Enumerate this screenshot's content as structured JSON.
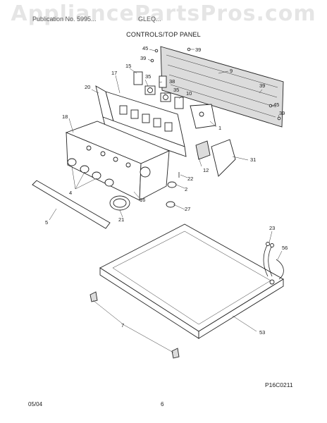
{
  "watermark": "AppliancePartsPros.com",
  "header": {
    "model_line": "Publication No. 5995...",
    "model_code": "GLEQ...",
    "title": "CONTROLS/TOP PANEL"
  },
  "footer": {
    "date": "05/04",
    "page_number": "6"
  },
  "figure_code": "P16C0211",
  "callouts": {
    "c45a": "45",
    "c39a": "39",
    "c39b": "39",
    "c9": "9",
    "c39c": "39",
    "c45b": "45",
    "c39d": "39",
    "c15": "15",
    "c17": "17",
    "c35a": "35",
    "c38": "38",
    "c35b": "35",
    "c10": "10",
    "c20": "20",
    "c18": "18",
    "c1": "1",
    "c31": "31",
    "c12": "12",
    "c22": "22",
    "c2": "2",
    "c4": "4",
    "c16": "16",
    "c27": "27",
    "c5": "5",
    "c21": "21",
    "c23": "23",
    "c56": "56",
    "c7": "7",
    "c53": "53"
  }
}
